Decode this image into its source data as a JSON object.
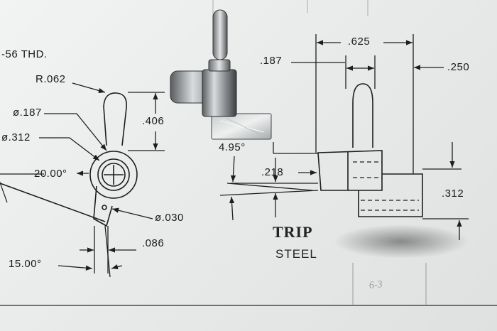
{
  "drawing": {
    "thread_note": "-56 THD.",
    "part_name": "TRIP",
    "material": "STEEL",
    "handwritten_note": "6-3",
    "dimensions": {
      "radius_tip": "R.062",
      "dia_187": "ø.187",
      "dia_312": "ø.312",
      "angle_20": "20.00°",
      "dia_030": "ø.030",
      "angle_15": "15.00°",
      "len_086": ".086",
      "len_406": ".406",
      "angle_495": "4.95°",
      "len_218": ".218",
      "len_187": ".187",
      "len_625": ".625",
      "len_250": ".250",
      "len_312": ".312"
    }
  },
  "colors": {
    "paper": "#ebeded",
    "line": "#1e1e1e",
    "metal_dark": "#4a4d50",
    "metal_light": "#d5d8da",
    "smudge": "#6a6a6a"
  }
}
